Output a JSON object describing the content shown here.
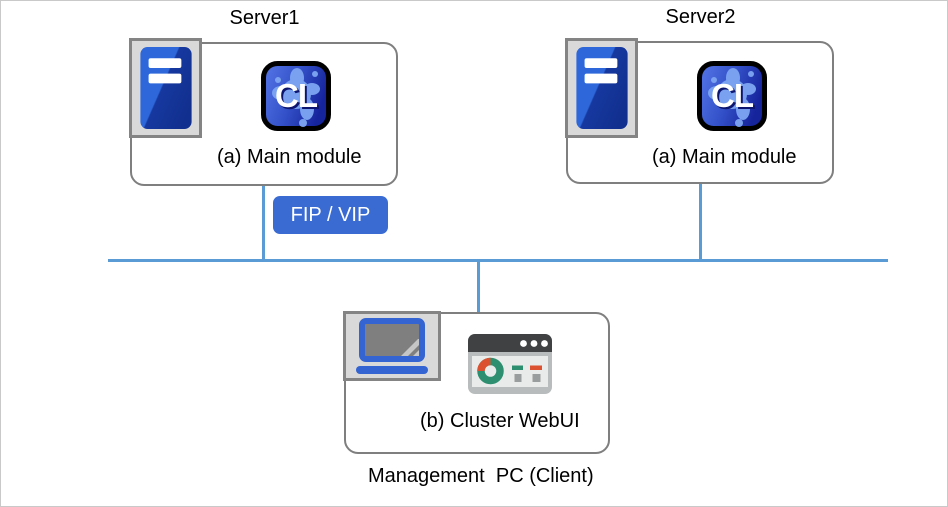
{
  "servers": [
    {
      "title": "Server1",
      "module_label": "(a) Main module"
    },
    {
      "title": "Server2",
      "module_label": "(a) Main module"
    }
  ],
  "badge": {
    "label": "FIP / VIP"
  },
  "management_pc": {
    "module_label": "(b) Cluster WebUI",
    "caption": "Management  PC (Client)"
  },
  "icons": {
    "server": "server-tower-icon",
    "cl_app": "cl-app-icon",
    "cl_app_text": "CL",
    "laptop": "laptop-icon",
    "browser": "browser-dashboard-icon"
  },
  "colors": {
    "network_line": "#5b9bd5",
    "box_border": "#7f7f7f",
    "badge_blue": "#3a6bd2",
    "icon_frame_bg": "#d9d9d9",
    "icon_frame_border": "#848484",
    "laptop_blue": "#3464d2",
    "titlebar_dark": "#3f4142",
    "window_gray": "#b9bcbc",
    "panel_light": "#e9ebea",
    "donut_teal": "#2e8f70",
    "donut_red": "#dc5130",
    "cl_splash": "#7da6f2"
  }
}
